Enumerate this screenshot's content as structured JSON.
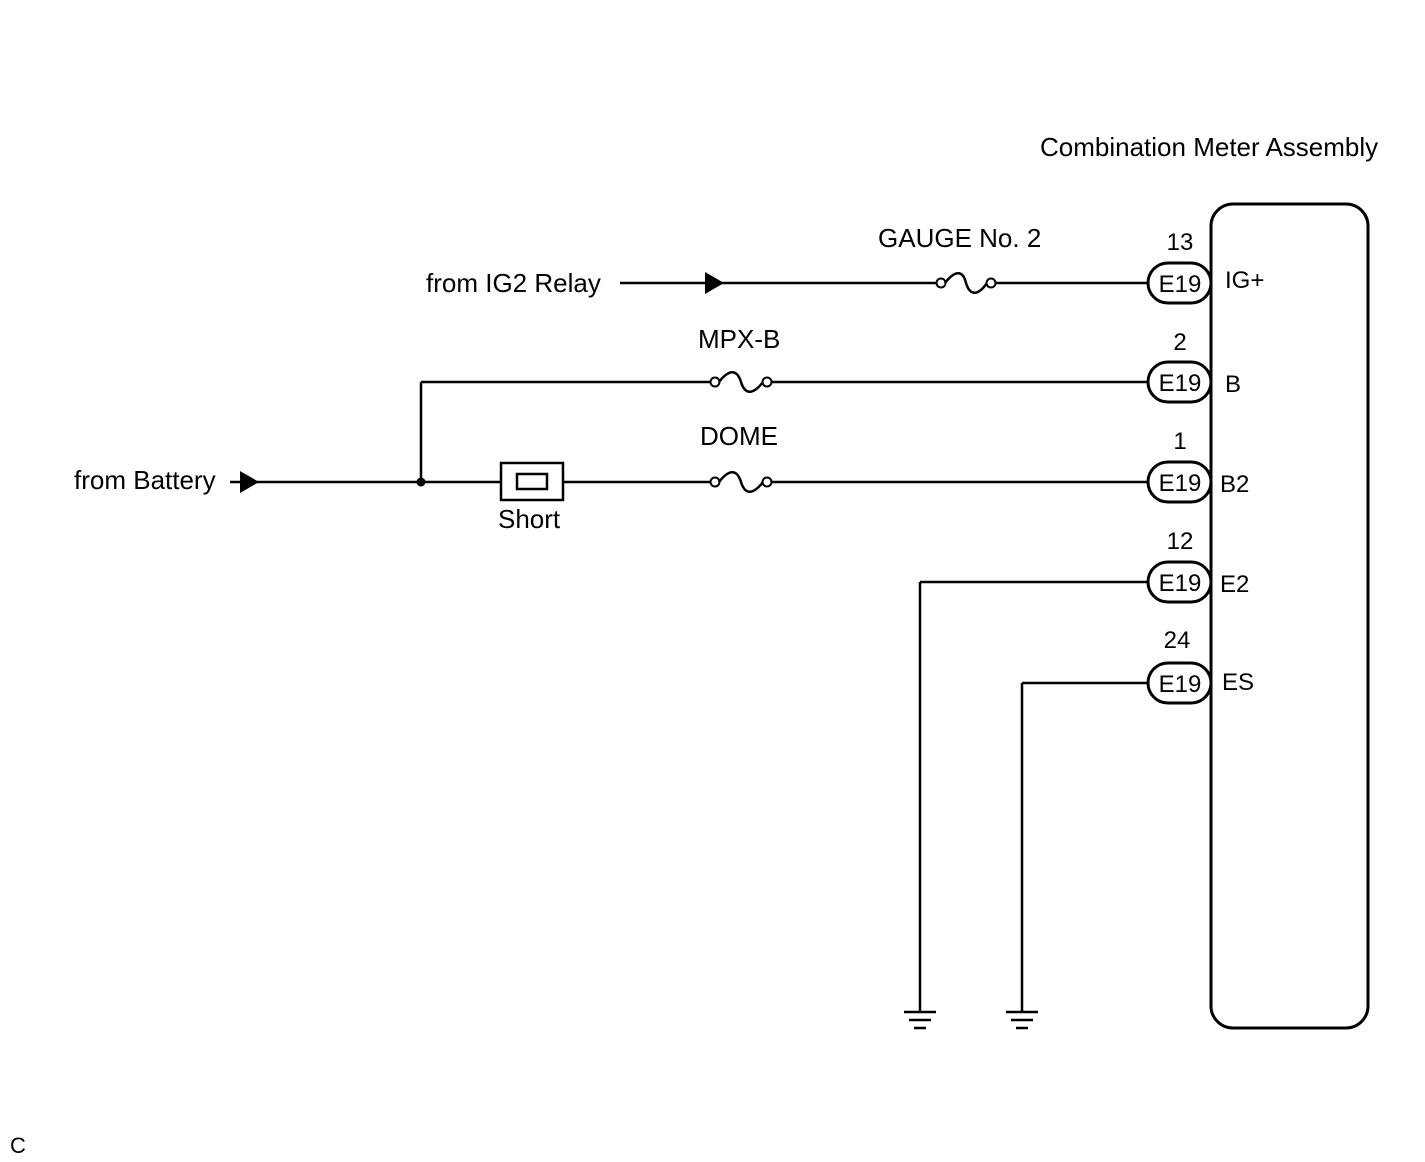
{
  "title": "Combination Meter Assembly",
  "sources": {
    "ig2": "from IG2 Relay",
    "battery": "from Battery"
  },
  "fuses": {
    "gauge": "GAUGE No. 2",
    "mpx": "MPX-B",
    "dome": "DOME"
  },
  "short_label": "Short",
  "connector_name": "E19",
  "pins": [
    {
      "number": "13",
      "terminal": "IG+"
    },
    {
      "number": "2",
      "terminal": "B"
    },
    {
      "number": "1",
      "terminal": "B2"
    },
    {
      "number": "12",
      "terminal": "E2"
    },
    {
      "number": "24",
      "terminal": "ES"
    }
  ],
  "corner_label": "C"
}
